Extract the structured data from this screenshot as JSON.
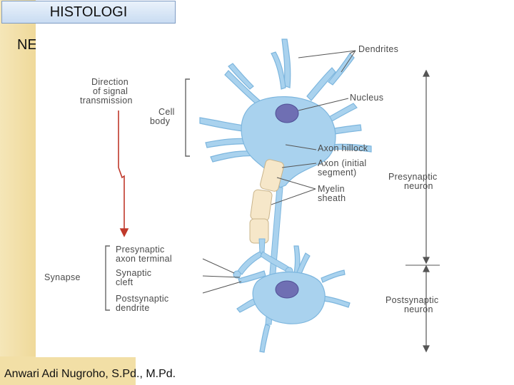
{
  "header": {
    "title": "HISTOLOGI",
    "subtitle": "NEURON"
  },
  "footer": {
    "author": "Anwari Adi Nugroho, S.Pd., M.Pd."
  },
  "diagram": {
    "labels": {
      "dendrites": "Dendrites",
      "nucleus": "Nucleus",
      "direction_1": "Direction",
      "direction_2": "of signal",
      "direction_3": "transmission",
      "cell_body_1": "Cell",
      "cell_body_2": "body",
      "axon_hillock": "Axon hillock",
      "axon_initial_1": "Axon (initial",
      "axon_initial_2": "segment)",
      "myelin_1": "Myelin",
      "myelin_2": "sheath",
      "presynaptic_neuron_1": "Presynaptic",
      "presynaptic_neuron_2": "neuron",
      "presynaptic_terminal_1": "Presynaptic",
      "presynaptic_terminal_2": "axon terminal",
      "synapse": "Synapse",
      "synaptic_cleft_1": "Synaptic",
      "synaptic_cleft_2": "cleft",
      "postsynaptic_dendrite_1": "Postsynaptic",
      "postsynaptic_dendrite_2": "dendrite",
      "postsynaptic_neuron_1": "Postsynaptic",
      "postsynaptic_neuron_2": "neuron"
    },
    "colors": {
      "cell": "#a9d2ee",
      "cell_edge": "#7db6de",
      "myelin": "#f6e7c9",
      "nucleus": "#6f6fb3",
      "arrow": "#c0392b",
      "leader": "#555555"
    }
  }
}
